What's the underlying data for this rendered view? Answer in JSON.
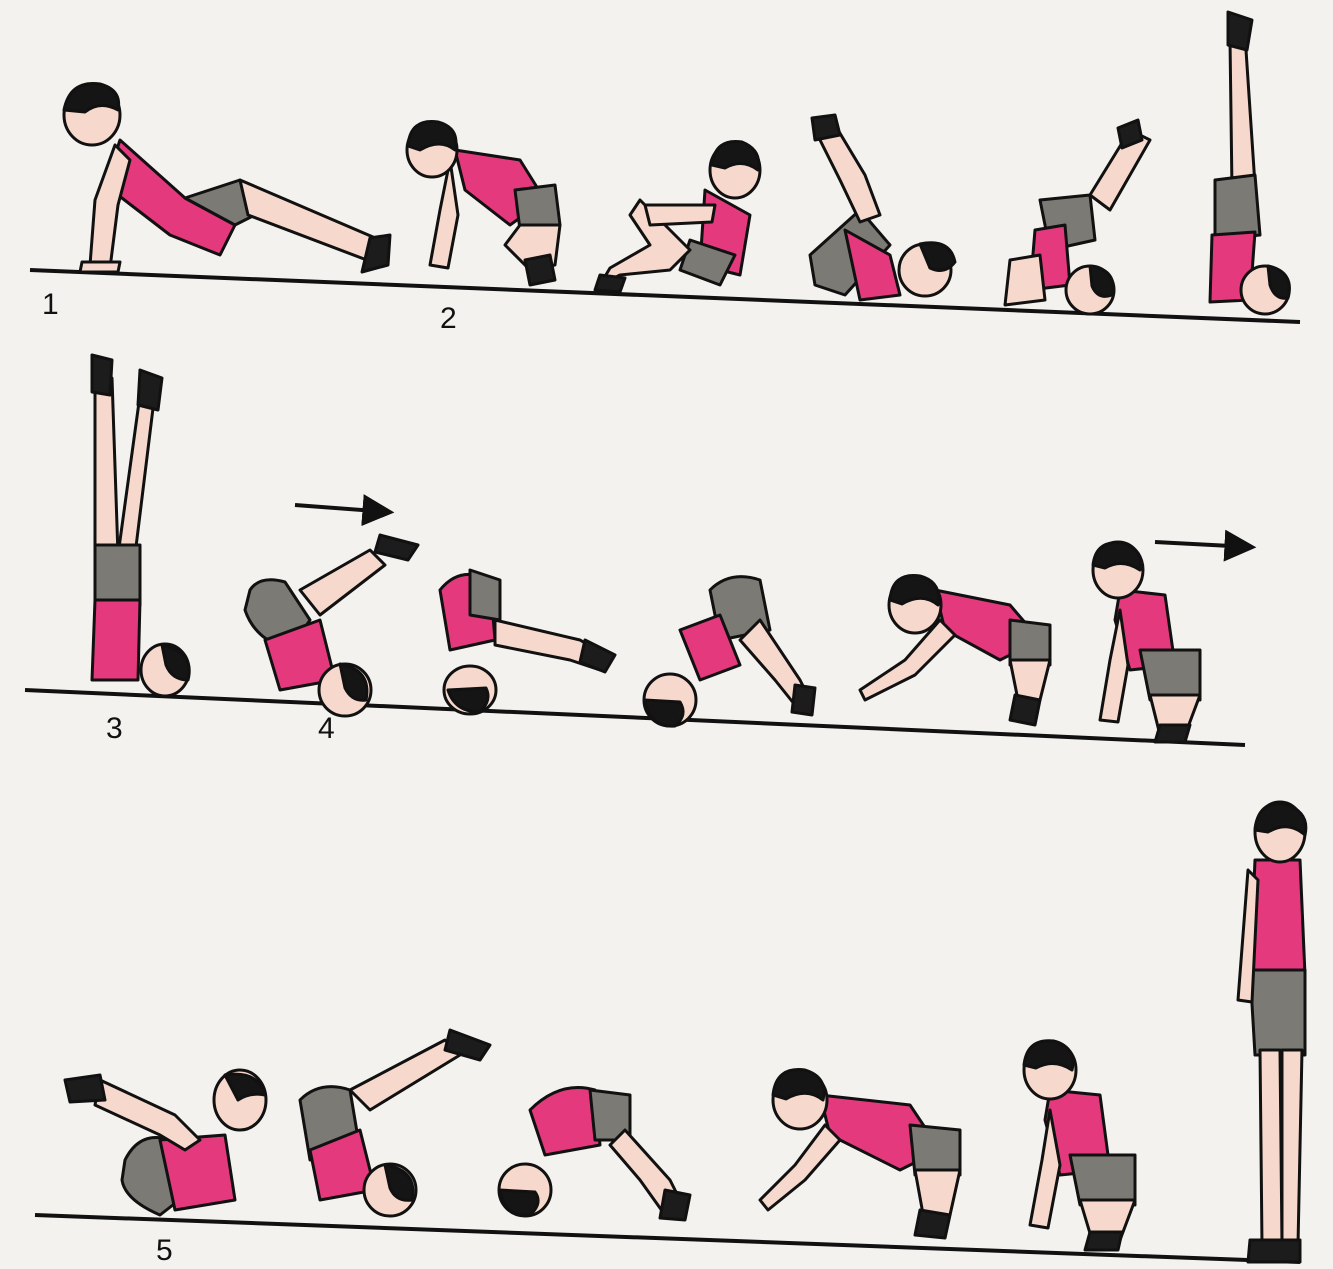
{
  "illustration": {
    "figure_numbers": [
      "1",
      "2",
      "3",
      "4",
      "5"
    ],
    "colors": {
      "shirt": "#e4397d",
      "shorts": "#7c7a74",
      "skin": "#f6d9cc",
      "hair": "#151515",
      "shoe": "#1c1c1c",
      "floor": "#111111",
      "ink": "#111111",
      "background": "#f4f2ef"
    },
    "arrow_icons": [
      "arrow-right-icon",
      "arrow-right-icon"
    ]
  }
}
